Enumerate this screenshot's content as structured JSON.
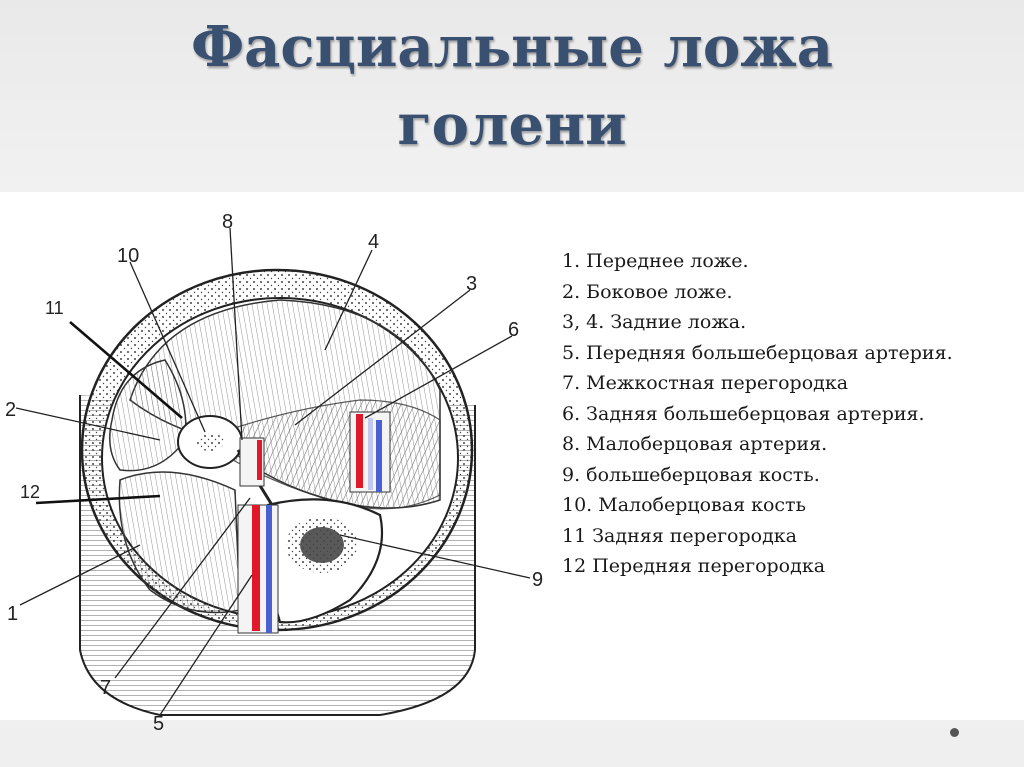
{
  "slide": {
    "title_line1": "Фасциальные ложа",
    "title_line2": "голени"
  },
  "legend": [
    "1. Переднее ложе.",
    "2. Боковое ложе.",
    "3, 4. Задние ложа.",
    "5. Передняя большеберцовая артерия.",
    "7. Межкостная перегородка",
    "6. Задняя большеберцовая артерия.",
    "8. Малоберцовая артерия.",
    "9. большеберцовая кость.",
    "10. Малоберцовая кость",
    "11 Задняя  перегородка",
    "12 Передняя перегородка"
  ],
  "diagram_labels": {
    "l1": "1",
    "l2": "2",
    "l3": "3",
    "l4": "4",
    "l5": "5",
    "l6": "6",
    "l7": "7",
    "l8": "8",
    "l9": "9",
    "l10": "10",
    "l11": "11",
    "l12": "12"
  },
  "colors": {
    "title": "#3a5070",
    "artery": "#e0182a",
    "vein": "#4a5fd0"
  }
}
